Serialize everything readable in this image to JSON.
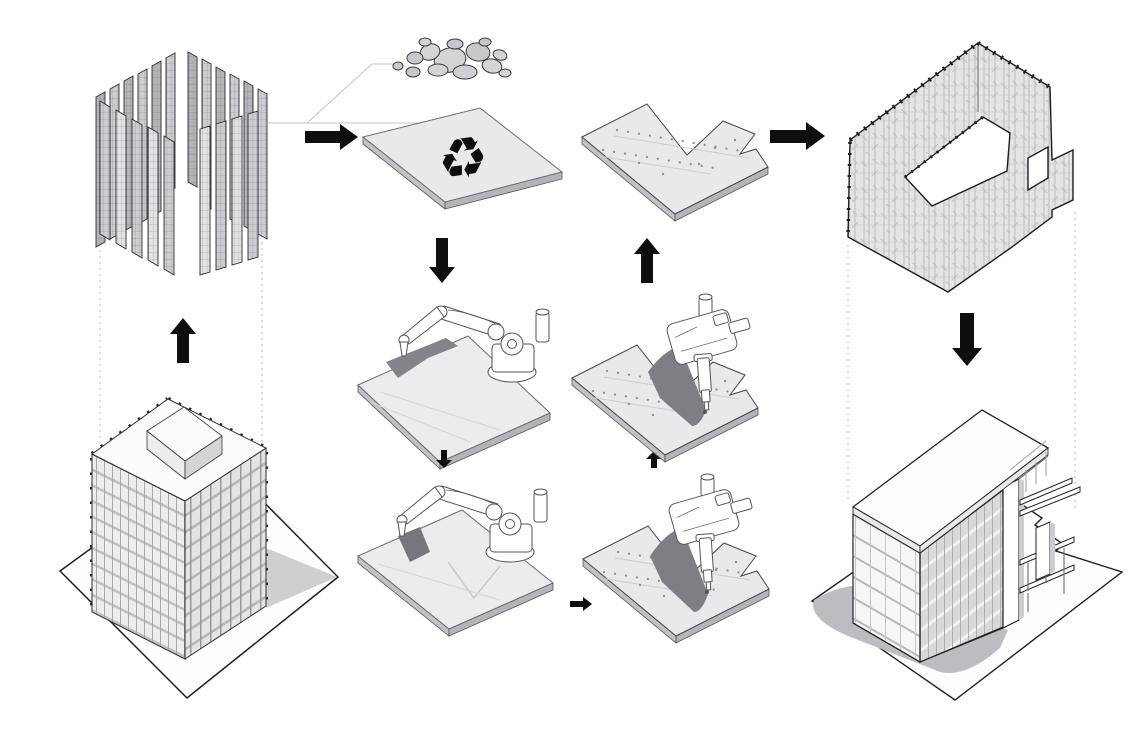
{
  "figure": {
    "type": "architectural-process-diagram",
    "background": "#ffffff",
    "symbols": {
      "recycle_glyph": "♻"
    },
    "colors": {
      "ink": "#1f1f23",
      "arrow": "#0e0e10",
      "slab_top": "#e9e9eb",
      "slab_side": "#c2c2c6",
      "panel_light": "#e2e2e4",
      "panel_mid": "#cdcdd1",
      "panel_dark": "#b4b4b9",
      "robot_shadow": "#7e7e85",
      "building_shadow": "#bdbdc1",
      "texture_wall": "#e4e4e6",
      "leader_line": "#c6c6c9",
      "dotted_guide": "#b8b8bc"
    },
    "stages": [
      {
        "id": "existing-tower",
        "icon": "tower-building-illustration"
      },
      {
        "id": "facade-disassembly",
        "icon": "facade-panel-ring-illustration"
      },
      {
        "id": "demolition-rubble",
        "icon": "rubble-pile-illustration"
      },
      {
        "id": "recycled-slab",
        "icon": "slab-with-recycling-symbol"
      },
      {
        "id": "robotic-milling-1",
        "icon": "robot-arm-over-slab"
      },
      {
        "id": "robotic-milling-2",
        "icon": "robot-arm-over-slab"
      },
      {
        "id": "robotic-cutting",
        "icon": "vertical-cutter-robot-over-notched-slab"
      },
      {
        "id": "robotic-drilling",
        "icon": "vertical-drill-robot-over-notched-slab"
      },
      {
        "id": "cut-panel",
        "icon": "notched-slab-with-drill-holes"
      },
      {
        "id": "reassembled-enclosure",
        "icon": "textured-panel-room"
      },
      {
        "id": "new-building",
        "icon": "midrise-building-illustration"
      }
    ],
    "flow": [
      {
        "from": "existing-tower",
        "to": "facade-disassembly",
        "arrow": "up"
      },
      {
        "from": "facade-disassembly",
        "to": "recycled-slab",
        "arrow": "right"
      },
      {
        "from": "demolition-rubble",
        "to": "recycled-slab",
        "arrow": "leader-line"
      },
      {
        "from": "recycled-slab",
        "to": "robotic-milling-1",
        "arrow": "down"
      },
      {
        "from": "robotic-milling-1",
        "to": "robotic-milling-2",
        "arrow": "down-small"
      },
      {
        "from": "robotic-milling-2",
        "to": "robotic-cutting",
        "arrow": "right-small"
      },
      {
        "from": "robotic-cutting",
        "to": "robotic-drilling",
        "arrow": "up-small"
      },
      {
        "from": "robotic-drilling",
        "to": "cut-panel",
        "arrow": "up"
      },
      {
        "from": "cut-panel",
        "to": "reassembled-enclosure",
        "arrow": "right"
      },
      {
        "from": "reassembled-enclosure",
        "to": "new-building",
        "arrow": "down"
      }
    ]
  }
}
